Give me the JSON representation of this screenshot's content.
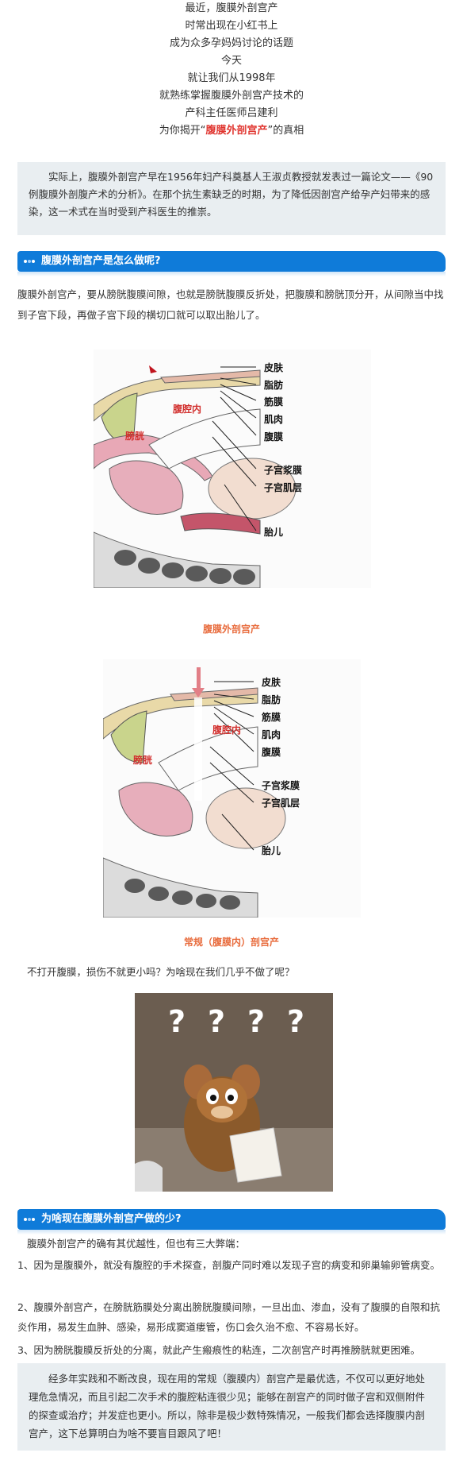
{
  "intro": {
    "lines": [
      "最近，腹膜外剖宫产",
      "时常出现在小红书上",
      "成为众多孕妈妈讨论的话题",
      "今天",
      "就让我们从1998年",
      "就熟练掌握腹膜外剖宫产技术的",
      "产科主任医师吕建利"
    ],
    "last_prefix": "为你揭开“",
    "last_highlight": "腹膜外剖宫产",
    "last_suffix": "”的真相"
  },
  "quote1": "实际上，腹膜外剖宫产早在1956年妇产科奠基人王淑贞教授就发表过一篇论文——《90例腹膜外剖腹产术的分析》。在那个抗生素缺乏的时期，为了降低因剖宫产给孕产妇带来的感染，这一术式在当时受到产科医生的推崇。",
  "section1": {
    "title": "腹膜外剖宫产是怎么做呢?"
  },
  "section1_para": "腹膜外剖宫产，要从膀胱腹膜间隙，也就是膀胱腹膜反折处，把腹膜和膀胱顶分开，从间隙当中找到子宫下段，再做子宫下段的横切口就可以取出胎儿了。",
  "figure1": {
    "labels": [
      "皮肤",
      "脂肪",
      "筋膜",
      "肌肉",
      "腹膜",
      "子宫浆膜",
      "子宫肌层",
      "胎儿"
    ],
    "inner_labels": [
      "腹腔内",
      "膀胱"
    ],
    "caption": "腹膜外剖宫产"
  },
  "figure2": {
    "labels": [
      "皮肤",
      "脂肪",
      "筋膜",
      "肌肉",
      "腹膜",
      "子宫浆膜",
      "子宫肌层",
      "胎儿"
    ],
    "inner_labels": [
      "腹腔内",
      "膀胱"
    ],
    "caption": "常规（腹膜内）剖宫产"
  },
  "question_para": "不打开腹膜，损伤不就更小吗？为啥现在我们几乎不做了呢？",
  "meme": {
    "marks": [
      "?",
      "?",
      "?",
      "?"
    ]
  },
  "section2": {
    "title": "为啥现在腹膜外剖宫产做的少?"
  },
  "section2_paras": [
    "腹膜外剖宫产的确有其优越性，但也有三大弊端：",
    "1、因为是腹膜外，就没有腹腔的手术探查，剖腹产同时难以发现子宫的病变和卵巢输卵管病变。",
    "2、腹膜外剖宫产，在膀胱筋膜处分离出膀胱腹膜间隙，一旦出血、渗血，没有了腹膜的自限和抗炎作用，易发生血肿、感染，易形成窦道瘘管，伤口会久治不愈、不容易长好。",
    "3、因为膀胱腹膜反折处的分离，就此产生瘢痕性的粘连，二次剖宫产时再推膀胱就更困难。"
  ],
  "quote2": "经多年实践和不断改良，现在用的常规（腹膜内）剖宫产是最优选，不仅可以更好地处理危急情况，而且引起二次手术的腹腔粘连很少见；能够在剖宫产的同时做子宫和双侧附件的探查或治疗；并发症也更小。所以，除非是极少数特殊情况，一般我们都会选择腹膜内剖宫产，这下总算明白为啥不要盲目跟风了吧！",
  "colors": {
    "accent": "#0f7bd9",
    "highlight": "#e0352f",
    "caption": "#e86b3c",
    "quote_bg": "#e9eef1"
  }
}
